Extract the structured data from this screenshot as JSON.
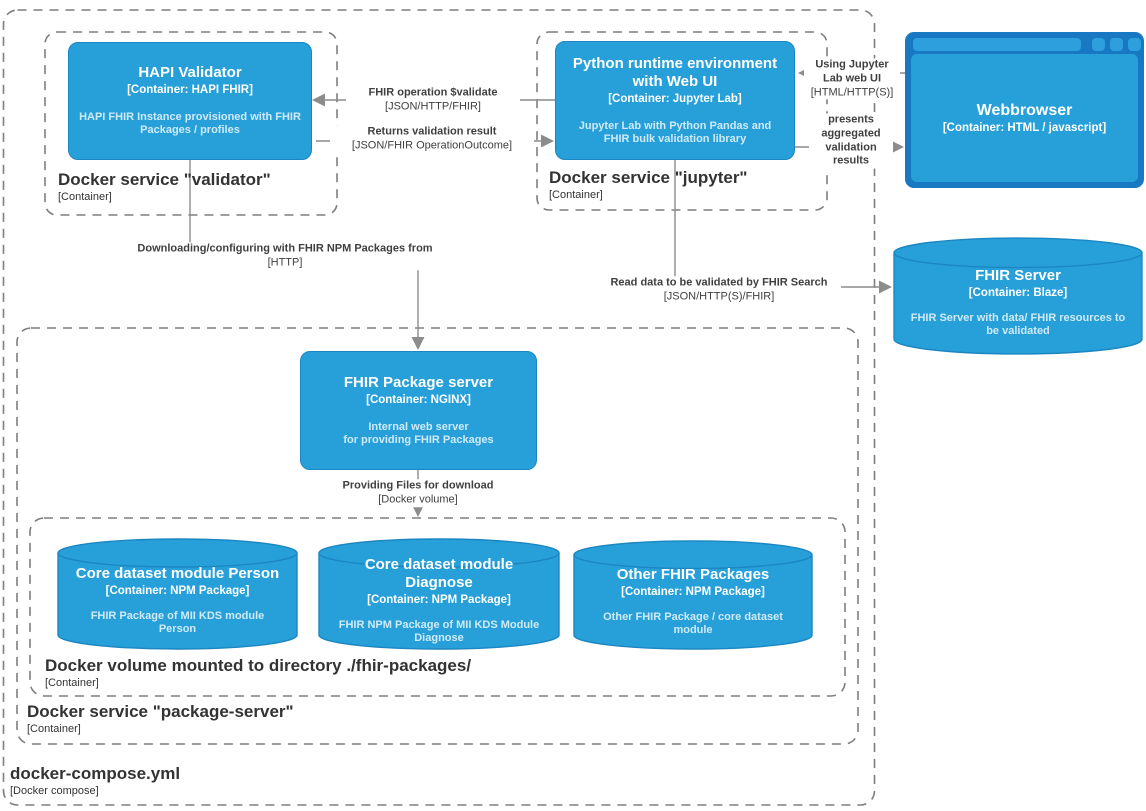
{
  "colors": {
    "node_fill": "#27a0d9",
    "node_stroke": "#1b86c1",
    "browser_frame": "#1878c2",
    "browser_chrome": "#2d9fdc",
    "edge_line": "#8c8c8c",
    "group_border": "#7e7e7e",
    "label_text": "#404040"
  },
  "groups": {
    "compose": {
      "title": "docker-compose.yml",
      "subtitle": "[Docker compose]"
    },
    "validator": {
      "title": "Docker service \"validator\"",
      "subtitle": "[Container]"
    },
    "jupyter": {
      "title": "Docker service \"jupyter\"",
      "subtitle": "[Container]"
    },
    "package": {
      "title": "Docker service \"package-server\"",
      "subtitle": "[Container]"
    },
    "volume": {
      "title": "Docker volume mounted to directory ./fhir-packages/",
      "subtitle": "[Container]"
    }
  },
  "nodes": {
    "hapi": {
      "title": "HAPI Validator",
      "tech": "[Container: HAPI FHIR]",
      "desc": "HAPI FHIR Instance provisioned with FHIR Packages / profiles"
    },
    "python": {
      "title": "Python runtime environment with Web UI",
      "tech": "[Container: Jupyter Lab]",
      "desc": "Jupyter Lab with Python Pandas and FHIR bulk validation library"
    },
    "browser": {
      "title": "Webbrowser",
      "tech": "[Container: HTML / javascript]"
    },
    "fhir_server": {
      "title": "FHIR Server",
      "tech": "[Container: Blaze]",
      "desc": "FHIR Server with data/ FHIR resources to be validated"
    },
    "package_server": {
      "title": "FHIR Package server",
      "tech": "[Container: NGINX]",
      "desc": "Internal web server\nfor providing FHIR Packages"
    },
    "person": {
      "title": "Core dataset module Person",
      "tech": "[Container: NPM Package]",
      "desc": "FHIR Package of MII KDS module Person"
    },
    "diagnose": {
      "title": "Core dataset module Diagnose",
      "tech": "[Container: NPM Package]",
      "desc": "FHIR NPM Package of MII KDS Module Diagnose"
    },
    "other": {
      "title": "Other FHIR Packages",
      "tech": "[Container: NPM Package]",
      "desc": "Other FHIR Package / core dataset module"
    }
  },
  "edges": {
    "validate": {
      "name": "FHIR operation $validate",
      "tech": "[JSON/HTTP/FHIR]"
    },
    "result": {
      "name": "Returns validation result",
      "tech": "[JSON/FHIR OperationOutcome]"
    },
    "using": {
      "name": "Using Jupyter Lab web UI",
      "tech": "[HTML/HTTP(S)]"
    },
    "presents": {
      "name": "presents aggregated validation results"
    },
    "download": {
      "name": "Downloading/configuring with FHIR NPM Packages from",
      "tech": "[HTTP]"
    },
    "read": {
      "name": "Read data to be validated by FHIR Search",
      "tech": "[JSON/HTTP(S)/FHIR]"
    },
    "providing": {
      "name": "Providing Files for download",
      "tech": "[Docker volume]"
    }
  }
}
